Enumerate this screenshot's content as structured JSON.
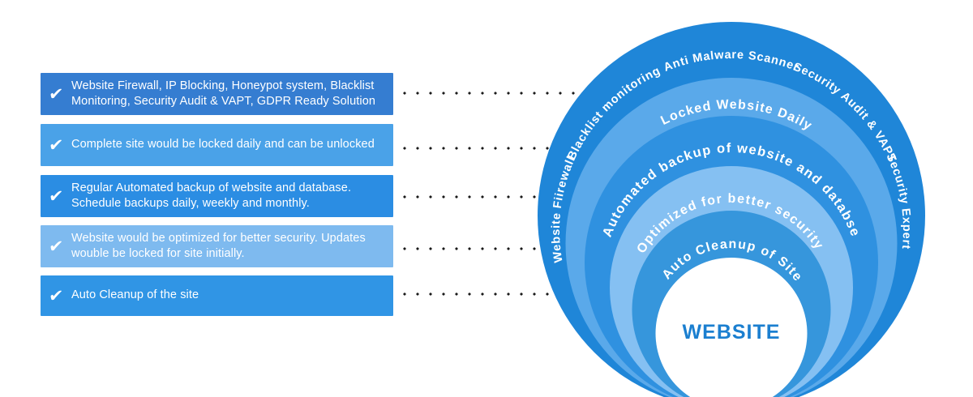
{
  "icons": {
    "check": "✔"
  },
  "colors": {
    "background": "#ffffff",
    "connector_dot": "#1a1a1a"
  },
  "features": [
    {
      "text": "Website Firewall, IP Blocking, Honeypot system, Blacklist Monitoring, Security Audit & VAPT, GDPR Ready Solution",
      "color": "#357dd1"
    },
    {
      "text": "Complete site would be locked daily and can be unlocked",
      "color": "#4aa2e8"
    },
    {
      "text": "Regular Automated backup of website and database. Schedule backups daily, weekly and monthly.",
      "color": "#2b8de3"
    },
    {
      "text": "Website would be optimized for better security. Updates wouble be locked for site initially.",
      "color": "#7ebaef"
    },
    {
      "text": "Auto Cleanup of the site",
      "color": "#3095e5"
    }
  ],
  "rings": {
    "outer": {
      "color": "#1f86d8",
      "labels": {
        "firewall": "Website Fiirewall",
        "blacklist": "Blacklist monitoring",
        "malware": "Anti Malware Scanner",
        "audit": "Security Audit & VAPT",
        "expert": "Security Expert"
      }
    },
    "locked": {
      "color": "#5aa9ea",
      "label": "Locked Website Daily"
    },
    "backup": {
      "color": "#2f91e0",
      "label": "Automated backup of website and databse"
    },
    "optimized": {
      "color": "#85c0f2",
      "label": "Optimized for better security"
    },
    "cleanup": {
      "color": "#3696dc",
      "label": "Auto Cleanup of Site"
    },
    "center": {
      "color": "#ffffff",
      "label": "WEBSITE",
      "label_color": "#1b7fd0"
    }
  }
}
